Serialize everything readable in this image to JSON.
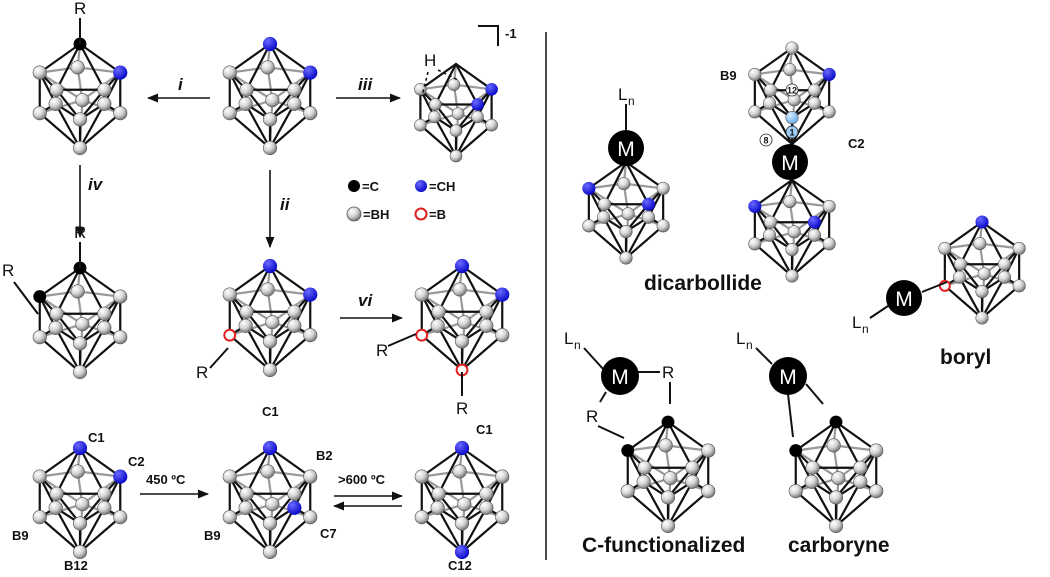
{
  "charge": "-1",
  "reagents": {
    "i": "i",
    "ii": "ii",
    "iii": "iii",
    "iv": "iv",
    "vi": "vi"
  },
  "legend": {
    "c": "=C",
    "ch": "=CH",
    "bh": "=BH",
    "b": "=B"
  },
  "substituent": "R",
  "ligand": "L",
  "ligand_sub": "n",
  "hydrogen": "H",
  "metal": "M",
  "isomer_labels": {
    "ortho_c1": "C1",
    "ortho_c2": "C2",
    "ortho_b9": "B9",
    "ortho_b12": "B12",
    "meta_c1": "C1",
    "meta_b2": "B2",
    "meta_b9": "B9",
    "meta_c7": "C7",
    "para_c1": "C1",
    "para_c12": "C12"
  },
  "conditions": {
    "meta": "450 ºC",
    "para": ">600 ºC"
  },
  "vertex_numbers": {
    "v12": "12",
    "v8": "8",
    "v1": "1"
  },
  "sandwich_labels": {
    "b9": "B9",
    "c2": "C2"
  },
  "captions": {
    "dicarbollide": "dicarbollide",
    "boryl": "boryl",
    "c_functionalized": "C-functionalized",
    "carboryne": "carboryne"
  },
  "colors": {
    "ch": "#1010d8",
    "c": "#000000",
    "boron_ring": "#e02020",
    "bh": "#bdbdbd",
    "metal": "#000000"
  }
}
